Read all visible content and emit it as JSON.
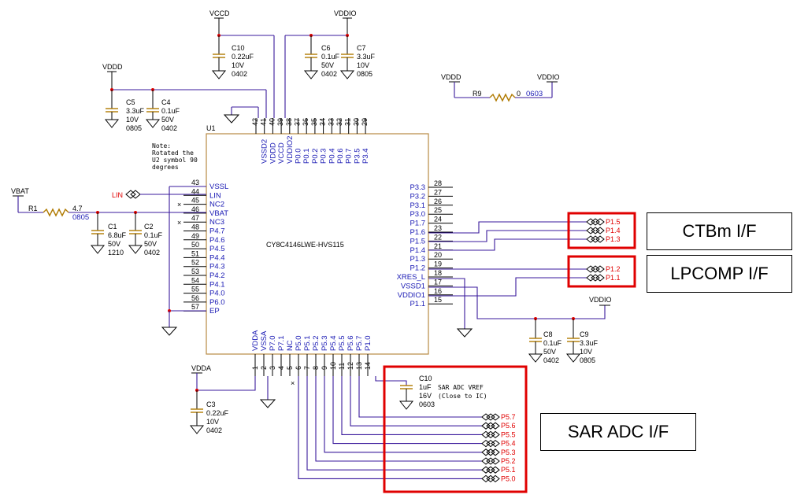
{
  "ic": {
    "ref": "U1",
    "part": "CY8C4146LWE-HVS115",
    "note": [
      "Note:",
      "Rotated the",
      "U2 symbol 90",
      "degrees"
    ],
    "top_pins": [
      {
        "num": "42",
        "name": ""
      },
      {
        "num": "41",
        "name": "VSSD2"
      },
      {
        "num": "40",
        "name": "VDDD"
      },
      {
        "num": "39",
        "name": "VCCD"
      },
      {
        "num": "38",
        "name": "VDDIO2"
      },
      {
        "num": "37",
        "name": "P0.0"
      },
      {
        "num": "36",
        "name": "P0.1"
      },
      {
        "num": "35",
        "name": "P0.2"
      },
      {
        "num": "34",
        "name": "P0.3"
      },
      {
        "num": "33",
        "name": "P0.4"
      },
      {
        "num": "32",
        "name": "P0.6"
      },
      {
        "num": "31",
        "name": "P0.7"
      },
      {
        "num": "30",
        "name": "P3.5"
      },
      {
        "num": "29",
        "name": "P3.4"
      }
    ],
    "left_pins": [
      {
        "num": "43",
        "name": "VSSL"
      },
      {
        "num": "44",
        "name": "LIN"
      },
      {
        "num": "45",
        "name": "NC2"
      },
      {
        "num": "46",
        "name": "VBAT"
      },
      {
        "num": "47",
        "name": "NC3"
      },
      {
        "num": "48",
        "name": "P4.7"
      },
      {
        "num": "49",
        "name": "P4.6"
      },
      {
        "num": "50",
        "name": "P4.5"
      },
      {
        "num": "51",
        "name": "P4.4"
      },
      {
        "num": "52",
        "name": "P4.3"
      },
      {
        "num": "53",
        "name": "P4.2"
      },
      {
        "num": "54",
        "name": "P4.1"
      },
      {
        "num": "55",
        "name": "P4.0"
      },
      {
        "num": "56",
        "name": "P6.0"
      },
      {
        "num": "57",
        "name": "EP"
      }
    ],
    "right_pins": [
      {
        "num": "28",
        "name": "P3.3"
      },
      {
        "num": "27",
        "name": "P3.2"
      },
      {
        "num": "26",
        "name": "P3.1"
      },
      {
        "num": "25",
        "name": "P3.0"
      },
      {
        "num": "24",
        "name": "P1.7"
      },
      {
        "num": "23",
        "name": "P1.6"
      },
      {
        "num": "22",
        "name": "P1.5"
      },
      {
        "num": "21",
        "name": "P1.4"
      },
      {
        "num": "20",
        "name": "P1.3"
      },
      {
        "num": "19",
        "name": "P1.2"
      },
      {
        "num": "18",
        "name": "XRES_L"
      },
      {
        "num": "17",
        "name": "VSSD1"
      },
      {
        "num": "16",
        "name": "VDDIO1"
      },
      {
        "num": "15",
        "name": "P1.1"
      }
    ],
    "bottom_pins": [
      {
        "num": "1",
        "name": "VDDA"
      },
      {
        "num": "2",
        "name": "VSSA"
      },
      {
        "num": "3",
        "name": "P7.0"
      },
      {
        "num": "4",
        "name": "P7.1"
      },
      {
        "num": "5",
        "name": "NC"
      },
      {
        "num": "6",
        "name": "P5.0"
      },
      {
        "num": "7",
        "name": "P5.1"
      },
      {
        "num": "8",
        "name": "P5.2"
      },
      {
        "num": "9",
        "name": "P5.3"
      },
      {
        "num": "10",
        "name": "P5.4"
      },
      {
        "num": "11",
        "name": "P5.5"
      },
      {
        "num": "12",
        "name": "P5.6"
      },
      {
        "num": "13",
        "name": "P5.7"
      },
      {
        "num": "14",
        "name": "P1.0"
      }
    ]
  },
  "rails": {
    "vccd": "VCCD",
    "vddio": "VDDIO",
    "vddd": "VDDD",
    "vbat": "VBAT",
    "vdda": "VDDA",
    "vddd2": "VDDD",
    "vddio2": "VDDIO",
    "vddio3": "VDDIO"
  },
  "components": {
    "c10_top": {
      "ref": "C10",
      "value": "0.22uF",
      "voltage": "10V",
      "pkg": "0402"
    },
    "c6": {
      "ref": "C6",
      "value": "0.1uF",
      "voltage": "50V",
      "pkg": "0402"
    },
    "c7": {
      "ref": "C7",
      "value": "3.3uF",
      "voltage": "10V",
      "pkg": "0805"
    },
    "c5": {
      "ref": "C5",
      "value": "3.3uF",
      "voltage": "10V",
      "pkg": "0805"
    },
    "c4": {
      "ref": "C4",
      "value": "0.1uF",
      "voltage": "50V",
      "pkg": "0402"
    },
    "r9": {
      "ref": "R9",
      "value": "0",
      "pkg": "0603"
    },
    "r1": {
      "ref": "R1",
      "value": "4.7",
      "pkg": "0805"
    },
    "c1": {
      "ref": "C1",
      "value": "6.8uF",
      "voltage": "50V",
      "pkg": "1210"
    },
    "c2": {
      "ref": "C2",
      "value": "0.1uF",
      "voltage": "50V",
      "pkg": "0402"
    },
    "c3": {
      "ref": "C3",
      "value": "0.22uF",
      "voltage": "10V",
      "pkg": "0402"
    },
    "c8": {
      "ref": "C8",
      "value": "0.1uF",
      "voltage": "50V",
      "pkg": "0402"
    },
    "c9": {
      "ref": "C9",
      "value": "3.3uF",
      "voltage": "10V",
      "pkg": "0805"
    },
    "c10_adc": {
      "ref": "C10",
      "value": "1uF",
      "note": "SAR ADC VREF",
      "voltage": "16V",
      "note2": "(Close to IC)",
      "pkg": "0603"
    }
  },
  "ports": {
    "lin": "LIN",
    "ctbm": [
      "P1.5",
      "P1.4",
      "P1.3"
    ],
    "lpcomp": [
      "P1.2",
      "P1.1"
    ],
    "sar": [
      "P5.7",
      "P5.6",
      "P5.5",
      "P5.4",
      "P5.3",
      "P5.2",
      "P5.1",
      "P5.0"
    ]
  },
  "callouts": {
    "ctbm": "CTBm I/F",
    "lpcomp": "LPCOMP I/F",
    "sar": "SAR ADC I/F"
  },
  "colors": {
    "wire": "#3a1a9c",
    "pin_text": "#1a1ab4",
    "highlight": "#e00000",
    "component": "#b07a00"
  }
}
